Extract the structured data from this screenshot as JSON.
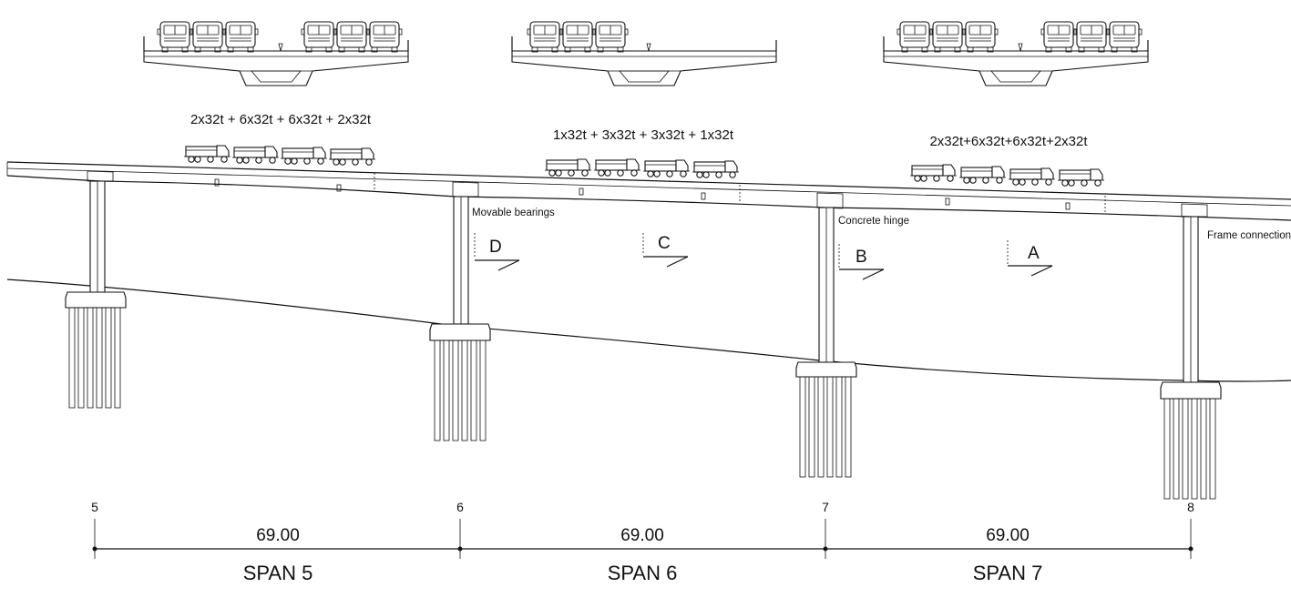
{
  "cross_sections": [
    {
      "id": "cs-1",
      "left_trucks": 3,
      "right_trucks": 3
    },
    {
      "id": "cs-2",
      "left_trucks": 3,
      "right_trucks": 0
    },
    {
      "id": "cs-3",
      "left_trucks": 3,
      "right_trucks": 3
    }
  ],
  "load_cases": [
    {
      "label": "2x32t + 6x32t + 6x32t + 2x32t",
      "trucks": 4
    },
    {
      "label": "1x32t + 3x32t + 3x32t + 1x32t",
      "trucks": 4
    },
    {
      "label": "2x32t+6x32t+6x32t+2x32t",
      "trucks": 4
    }
  ],
  "notes": {
    "movable_bearings": "Movable bearings",
    "concrete_hinge": "Concrete hinge",
    "frame_connection": "Frame connection"
  },
  "sections": [
    "D",
    "C",
    "B",
    "A"
  ],
  "axes": [
    "5",
    "6",
    "7",
    "8"
  ],
  "spans": [
    {
      "length": "69.00",
      "name": "SPAN 5"
    },
    {
      "length": "69.00",
      "name": "SPAN 6"
    },
    {
      "length": "69.00",
      "name": "SPAN 7"
    }
  ]
}
